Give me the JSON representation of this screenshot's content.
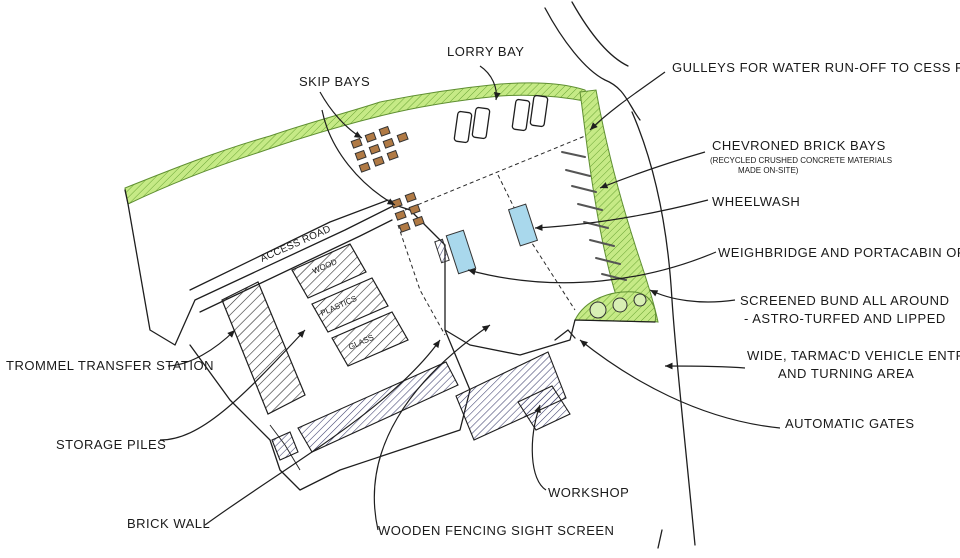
{
  "labels": {
    "lorry_bay": "LORRY BAY",
    "skip_bays": "SKIP BAYS",
    "gulleys": "GULLEYS FOR WATER RUN-OFF TO CESS PIT",
    "chevroned": "CHEVRONED BRICK BAYS",
    "chevroned_note_1": "(RECYCLED CRUSHED CONCRETE MATERIALS",
    "chevroned_note_2": "MADE ON-SITE)",
    "wheelwash": "WHEELWASH",
    "weighbridge": "WEIGHBRIDGE AND PORTACABIN OFFICE",
    "bund_1": "SCREENED BUND ALL AROUND",
    "bund_2": "- ASTRO-TURFED AND LIPPED",
    "entrance_1": "WIDE, TARMAC'D VEHICLE ENTRANCE",
    "entrance_2": "AND TURNING AREA",
    "gates": "AUTOMATIC GATES",
    "workshop": "WORKSHOP",
    "fencing": "WOODEN FENCING SIGHT SCREEN",
    "brick_wall": "BRICK WALL",
    "storage": "STORAGE PILES",
    "trommel": "TROMMEL TRANSFER STATION",
    "access_road": "ACCESS ROAD",
    "wood": "WOOD",
    "plastics": "PLASTICS",
    "glass": "GLASS"
  },
  "colors": {
    "bund_green": "#b9e27a",
    "hatch_ink": "#2b2b2b",
    "wheelwash_blue": "#a9d8ec",
    "skip_brown": "#8a5a2b",
    "workshop_ink": "#3c3e6e"
  }
}
